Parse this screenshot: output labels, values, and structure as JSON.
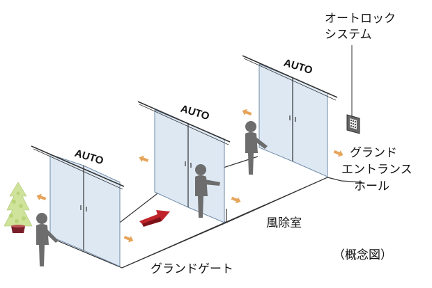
{
  "labels": {
    "autolock_line1": "オートロック",
    "autolock_line2": "システム",
    "hall_line1": "グランド",
    "hall_line2": "エントランス",
    "hall_line3": "ホール",
    "windbreak_room": "風除室",
    "grand_gate": "グランドゲート",
    "concept_note": "（概念図）"
  },
  "doors": {
    "door1_sign": "AUTO",
    "door2_sign": "AUTO",
    "door3_sign": "AUTO"
  },
  "colors": {
    "glass": "#dde8f3",
    "glass_edge": "#6f8aa6",
    "person": "#6d6d6d",
    "arrow_orange": "#e6a45a",
    "arrow_red": "#c0242b",
    "tree": "#cfe39b",
    "line": "#333333"
  }
}
